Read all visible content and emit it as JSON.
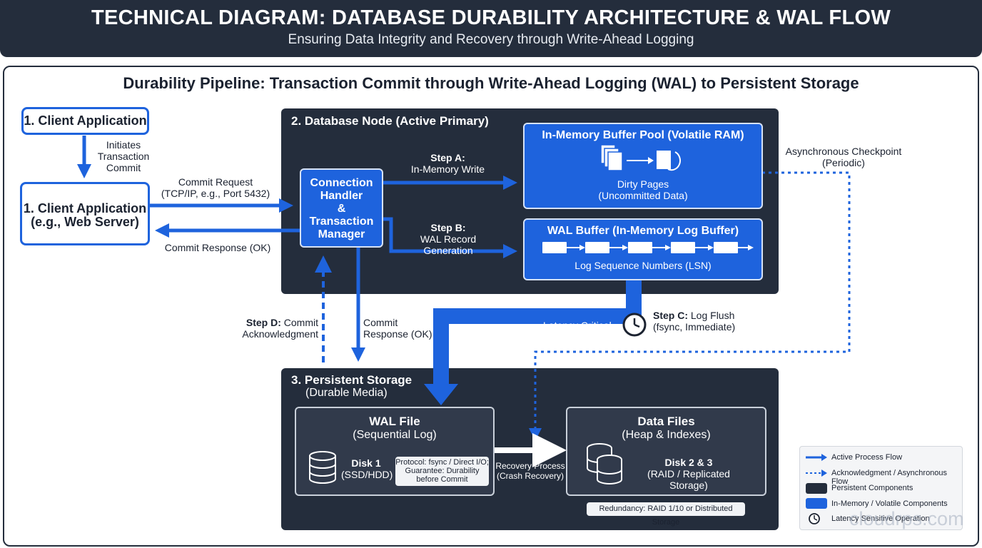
{
  "header": {
    "title": "TECHNICAL DIAGRAM: DATABASE DURABILITY ARCHITECTURE & WAL FLOW",
    "subtitle": "Ensuring Data Integrity and Recovery through Write-Ahead Logging"
  },
  "pipeline_title": "Durability Pipeline: Transaction Commit through Write-Ahead Logging (WAL) to Persistent Storage",
  "client_top": {
    "label": "1. Client Application"
  },
  "initiates": [
    "Initiates",
    "Transaction",
    "Commit"
  ],
  "client_main": {
    "line1": "1. Client Application",
    "line2": "(e.g., Web Server)"
  },
  "commit_request": [
    "Commit Request",
    "(TCP/IP, e.g., Port 5432)"
  ],
  "commit_response_ok": "Commit Response (OK)",
  "db_node": {
    "title": "2. Database Node (Active Primary)",
    "handler": [
      "Connection",
      "Handler",
      "&",
      "Transaction",
      "Manager"
    ],
    "step_a": {
      "title": "Step A:",
      "text": "In-Memory Write"
    },
    "step_b": {
      "title": "Step B:",
      "text": "WAL Record Generation"
    },
    "buffer_pool": {
      "title": "In-Memory Buffer Pool (Volatile RAM)",
      "line1": "Dirty Pages",
      "line2": "(Uncommitted Data)"
    },
    "wal_buffer": {
      "title": "WAL Buffer (In-Memory Log Buffer)",
      "caption": "Log Sequence Numbers (LSN)"
    }
  },
  "async_checkpoint": [
    "Asynchronous Checkpoint",
    "(Periodic)"
  ],
  "step_d": {
    "title": "Step D:",
    "text1": "Commit",
    "text2": "Acknowledgment"
  },
  "commit_response_down": [
    "Commit",
    "Response (OK)"
  ],
  "latency_critical": "Latency Critical",
  "step_c": {
    "title": "Step C:",
    "text1": "Log Flush",
    "text2": "(fsync, Immediate)"
  },
  "storage": {
    "title": "3. Persistent Storage",
    "subtitle": "(Durable Media)",
    "wal_file": {
      "title": "WAL File",
      "subtitle": "(Sequential Log)",
      "disk": "Disk 1",
      "disk_type": "(SSD/HDD)",
      "protocol": [
        "Protocol: fsync / Direct I/O;",
        "Guarantee: Durability",
        "before Commit"
      ]
    },
    "recovery": [
      "Recovery Process",
      "(Crash Recovery)"
    ],
    "data_files": {
      "title": "Data Files",
      "subtitle": "(Heap & Indexes)",
      "disk": "Disk 2 & 3",
      "disk_type": "(RAID / Replicated Storage)"
    },
    "redundancy": "Redundancy: RAID 1/10 or Distributed Storage"
  },
  "legend": [
    {
      "label": "Active Process Flow"
    },
    {
      "label": "Acknowledgment / Asynchronous Flow"
    },
    {
      "label": "Persistent Components",
      "color": "#242d3c"
    },
    {
      "label": "In-Memory / Volatile Components",
      "color": "#1e63dd"
    },
    {
      "label": "Latency Sensitive Operation"
    }
  ],
  "watermark": "cloudrps.com",
  "colors": {
    "dark": "#242d3c",
    "blue": "#1e63dd",
    "inner": "#313a4b"
  }
}
